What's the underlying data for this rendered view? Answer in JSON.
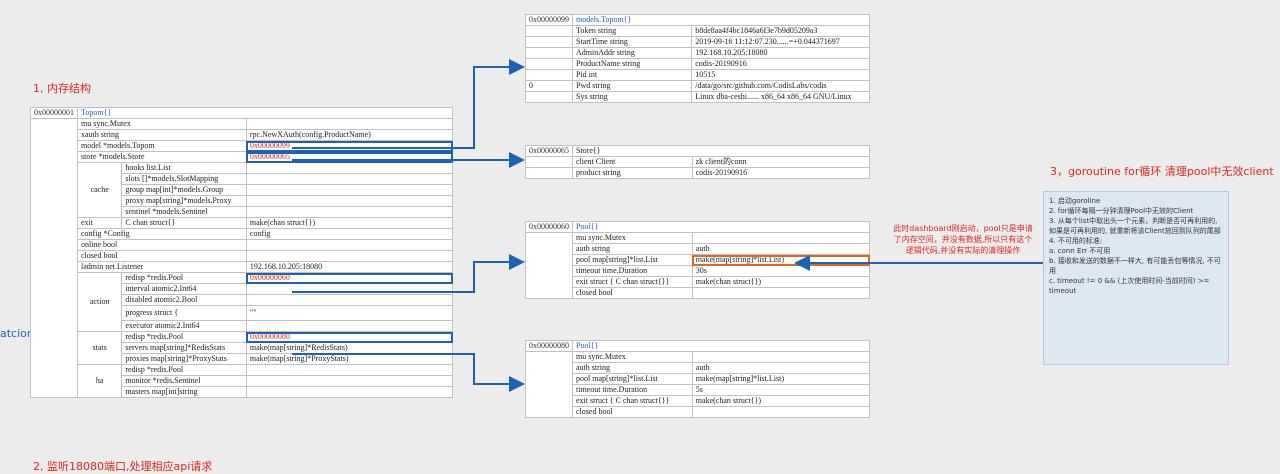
{
  "headings": {
    "memory": "1, 内存结构",
    "listen": "2, 监听18080端口,处理相应api请求",
    "goroutine": "3，goroutine for循环 清理pool中无效client",
    "action_note": "atcion: slot迁移时用到"
  },
  "pool_note": [
    "此时dashboard刚启动，pool只是申请",
    "了内存空间，并没有数据,所以只有这个",
    "逻辑代码,并没有实际的清理操作"
  ],
  "steps_box": [
    "1. 启动goroline",
    "2. for循环每隔一分钟清理Pool中无效的Client",
    "3. 从每个list中取出头一个元素，判断是否可再利用的, 如果是可再利用的, 就重新将该Client放回到队列的尾部",
    "4. 不可用的标准:",
    "a. conn Err 不可用",
    "b. 接收和发送的数据不一样大, 有可能丢包等情况, 不可用",
    "c. timeout != 0 && (上次使用时间-当前时间) >= timeout"
  ],
  "topom_table": {
    "addr": "0x00000001",
    "title": "Topom{}",
    "rows": [
      {
        "field": "mu sync.Mutex",
        "value": ""
      },
      {
        "field": "xauth string",
        "value": "rpc.NewXAuth(config.ProductName)"
      },
      {
        "field": "model *models.Topom",
        "value": "0x00000099"
      },
      {
        "field": "store *models.Store",
        "value": "0x00000065"
      },
      {
        "group": "cache",
        "field": "hooks  list.List",
        "value": ""
      },
      {
        "field": "slots []*models.SlotMapping",
        "value": ""
      },
      {
        "field": "group map[int]*models.Group",
        "value": ""
      },
      {
        "field": "proxy map[string]*models.Proxy",
        "value": ""
      },
      {
        "field": "sentinel *models.Sentinel",
        "value": ""
      },
      {
        "field": "exit",
        "sub": "C chan struct{}",
        "value": "make(chan struct{})"
      },
      {
        "field": "config *Config",
        "value": "config"
      },
      {
        "field": "online bool",
        "value": ""
      },
      {
        "field": "closed bool",
        "value": ""
      },
      {
        "field": "ladmin net.Listener",
        "value": "192.168.10.205:18080"
      },
      {
        "group": "action",
        "field": "redisp *redis.Pool",
        "value": "0x00000060"
      },
      {
        "field": "interval atomic2.Int64",
        "value": ""
      },
      {
        "field": "disabled atomic2.Bool",
        "value": ""
      },
      {
        "field": "progress struct {",
        "value": "\"\""
      },
      {
        "field": "executor atomic2.Int64",
        "value": ""
      },
      {
        "group": "stats",
        "field": "redisp *redis.Pool",
        "value": "0x00000080"
      },
      {
        "field": "servers map[string]*RedisStats",
        "value": "make(map[string]*RedisStats)"
      },
      {
        "field": "proxies map[string]*ProxyStats",
        "value": "make(map[string]*ProxyStats)"
      },
      {
        "group": "ha",
        "field": "redisp *redis.Pool",
        "value": ""
      },
      {
        "field": "monitor *redis.Sentinel",
        "value": ""
      },
      {
        "field": "masters map[int]string",
        "value": ""
      }
    ]
  },
  "models_topom_table": {
    "addr": "0x00000099",
    "title": "models.Topom{}",
    "rows": [
      {
        "field": "Token      string",
        "value": "b8de8aa4f4bc1846a6f3e7b9d05209a3"
      },
      {
        "field": "StartTime string",
        "value": "2019-09-16 11:12:07.230......=+0.044371697"
      },
      {
        "field": "AdminAddr string",
        "value": "192.168.10.205:18080"
      },
      {
        "field": "ProductName string",
        "value": "codis-20190916"
      },
      {
        "field": "Pid int",
        "value": "10515"
      },
      {
        "left": "0",
        "field": "Pwd string",
        "value": "/data/go/src/github.com/CodisLabs/codis"
      },
      {
        "field": "Sys string",
        "value": "Linux dba-ceshi...... x86_64 x86_64 GNU/Linux"
      }
    ]
  },
  "store_table": {
    "addr": "0x00000065",
    "title": "Store{}",
    "rows": [
      {
        "field": "client Client",
        "value": "zk client的conn"
      },
      {
        "field": "product string",
        "value": "codis-20190916"
      }
    ]
  },
  "pool60_table": {
    "addr": "0x00000060",
    "title": "Pool{}",
    "rows": [
      {
        "field": "mu sync.Mutex",
        "value": ""
      },
      {
        "field": "auth string",
        "value": "auth"
      },
      {
        "field": "pool map[string]*list.List",
        "value": "make(map[string]*list.List)"
      },
      {
        "field": "timeout time.Duration",
        "value": "30s"
      },
      {
        "field": "exit struct { C chan struct{}}",
        "value": "make(chan struct{})"
      },
      {
        "field": "closed bool",
        "value": ""
      }
    ]
  },
  "pool80_table": {
    "addr": "0x00000080",
    "title": "Pool{}",
    "rows": [
      {
        "field": "mu sync.Mutex",
        "value": ""
      },
      {
        "field": "auth string",
        "value": "auth"
      },
      {
        "field": "pool map[string]*list.List",
        "value": "make(map[string]*list.List)"
      },
      {
        "field": "timeout time.Duration",
        "value": "5s"
      },
      {
        "field": "exit struct { C chan struct{}}",
        "value": "make(chan struct{})"
      },
      {
        "field": "closed bool",
        "value": ""
      }
    ]
  },
  "colors": {
    "arrow": "#1c63b7",
    "pointer": "#e0261c",
    "highlight_orange": "#e06a1c",
    "background": "#ececec"
  }
}
